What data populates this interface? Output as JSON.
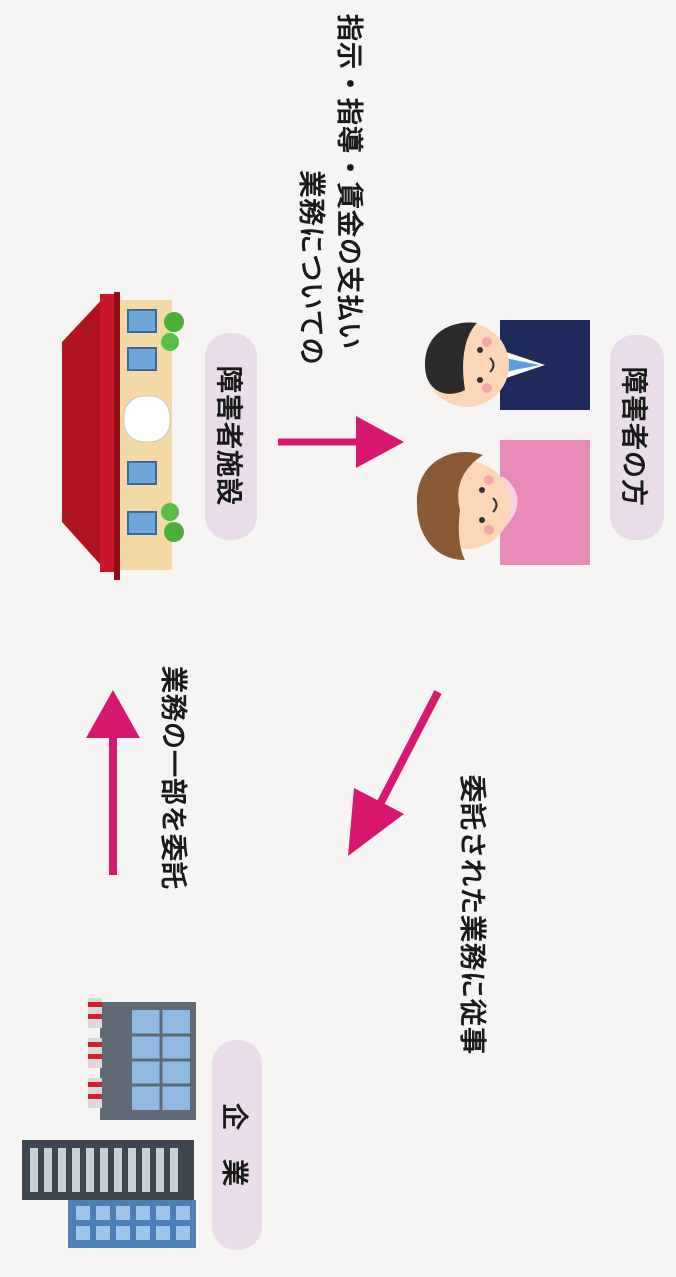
{
  "labels": {
    "company": "企　業",
    "facility": "障害者施設",
    "persons": "障害者の方"
  },
  "arrows": {
    "commission": "業務の一部を委託",
    "instruction_line1": "業務についての",
    "instruction_line2": "指示・指導・賃金の支払い",
    "engaged": "委託された業務に従事"
  },
  "colors": {
    "arrow": "#d8186e",
    "pill": "#e8dde8",
    "roof": "#c8182a",
    "suit": "#1f2a5c",
    "dress": "#e98ab9"
  }
}
